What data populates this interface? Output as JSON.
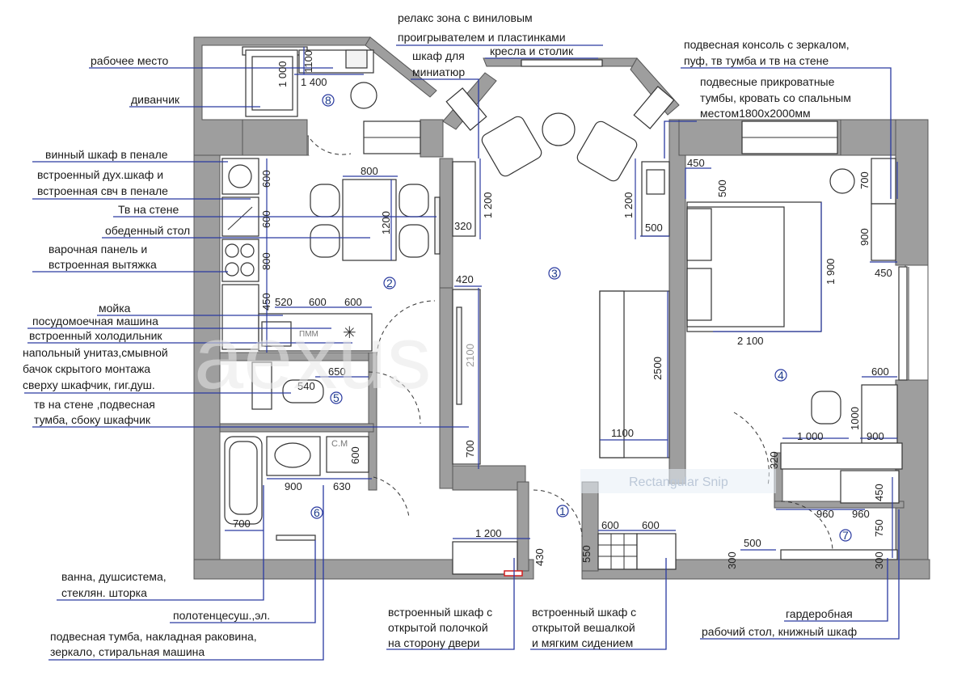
{
  "labels": {
    "work_place": "рабочее место",
    "sofa": "диванчик",
    "wine_cabinet": "винный шкаф в пенале",
    "oven_1": "встроенный дух.шкаф и",
    "oven_2": "встроенная свч в пенале",
    "tv_wall": "Тв на стене",
    "dining_table": "обеденный стол",
    "hob_1": "варочная панель и",
    "hob_2": "встроенная вытяжка",
    "sink": "мойка",
    "dishwasher": "посудомоечная машина",
    "fridge": "встроенный холодильник",
    "wc_1": "напольный унитаз,смывной",
    "wc_2": "бачок скрытого монтажа",
    "wc_3": "сверху шкафчик, гиг.душ.",
    "wc_tv_1": "тв на стене ,подвесная",
    "wc_tv_2": "тумба, сбоку шкафчик",
    "bath_1": "ванна, душсистема,",
    "bath_2": "стеклян. шторка",
    "towel": "полотенцесуш.,эл.",
    "vanity_1": "подвесная тумба, накладная раковина,",
    "vanity_2": "зеркало, стиральная  машина",
    "closet1_1": "встроенный шкаф с",
    "closet1_2": "открытой полочкой",
    "closet1_3": "на сторону двери",
    "closet2_1": "встроенный шкаф с",
    "closet2_2": "открытой вешалкой",
    "closet2_3": "и мягким сидением",
    "wardrobe": "гардеробная",
    "desk_shelf": "рабочий стол, книжный шкаф",
    "relax_1": "релакс зона с виниловым",
    "relax_2": "проигрывателем и пластинками",
    "mini_1": "шкаф для",
    "mini_2": "миниатюр",
    "chairs": "кресла и столик",
    "console_1": "подвесная консоль с зеркалом,",
    "console_2": "пуф,  тв тумба и тв на стене",
    "bedside_1": "подвесные прикроватные",
    "bedside_2": "тумбы, кровать со спальным",
    "bedside_3": "местом1800х2000мм"
  },
  "rooms": [
    "1",
    "2",
    "3",
    "4",
    "5",
    "6",
    "7",
    "8"
  ],
  "dims": {
    "d1000": "1 000",
    "d1100": "1100",
    "d1400": "1 400",
    "d800": "800",
    "d1200a": "1200",
    "d600a": "600",
    "d600b": "600",
    "d800b": "800",
    "d450a": "450",
    "d520": "520",
    "d600c": "600",
    "d600d": "600",
    "d1200b": "1 200",
    "d320a": "320",
    "d420": "420",
    "d2100": "2100",
    "d700a": "700",
    "d1200c": "1 200",
    "d500a": "500",
    "d450b": "450",
    "d500b": "500",
    "d700b": "700",
    "d1900": "1 900",
    "d900a": "900",
    "d450c": "450",
    "d2100b": "2 100",
    "d2500": "2500",
    "d1100b": "1100",
    "d650": "650",
    "d540": "540",
    "d600e": "600",
    "d900b": "900",
    "d630": "630",
    "d700c": "700",
    "d1200d": "1 200",
    "d430": "430",
    "d550": "550",
    "d600f": "600",
    "d600g": "600",
    "d600h": "600",
    "d1000b": "1 000",
    "d900c": "900",
    "d320b": "320",
    "d960a": "960",
    "d960b": "960",
    "d450d": "450",
    "d750": "750",
    "d500c": "500",
    "d300a": "300",
    "d300b": "300",
    "d1000c": "1000"
  },
  "marks": {
    "pmm": "ПММ",
    "sm": "С.М"
  },
  "overlay": {
    "watermark": "aexus",
    "snip": "Rectangular Snip"
  }
}
